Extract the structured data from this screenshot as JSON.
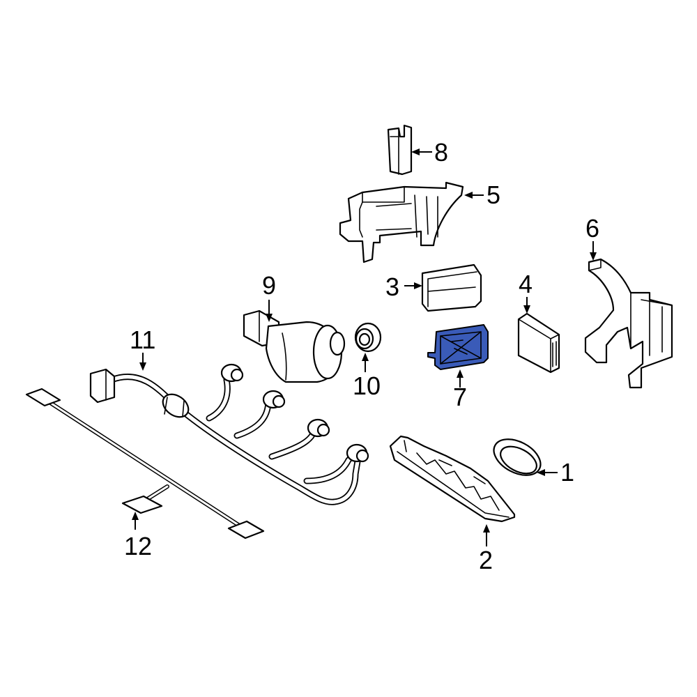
{
  "callouts": {
    "c1": "1",
    "c2": "2",
    "c3": "3",
    "c4": "4",
    "c5": "5",
    "c6": "6",
    "c7": "7",
    "c8": "8",
    "c9": "9",
    "c10": "10",
    "c11": "11",
    "c12": "12"
  },
  "colors": {
    "highlight": "#3a5bb8",
    "line": "#000000",
    "background": "#ffffff"
  }
}
